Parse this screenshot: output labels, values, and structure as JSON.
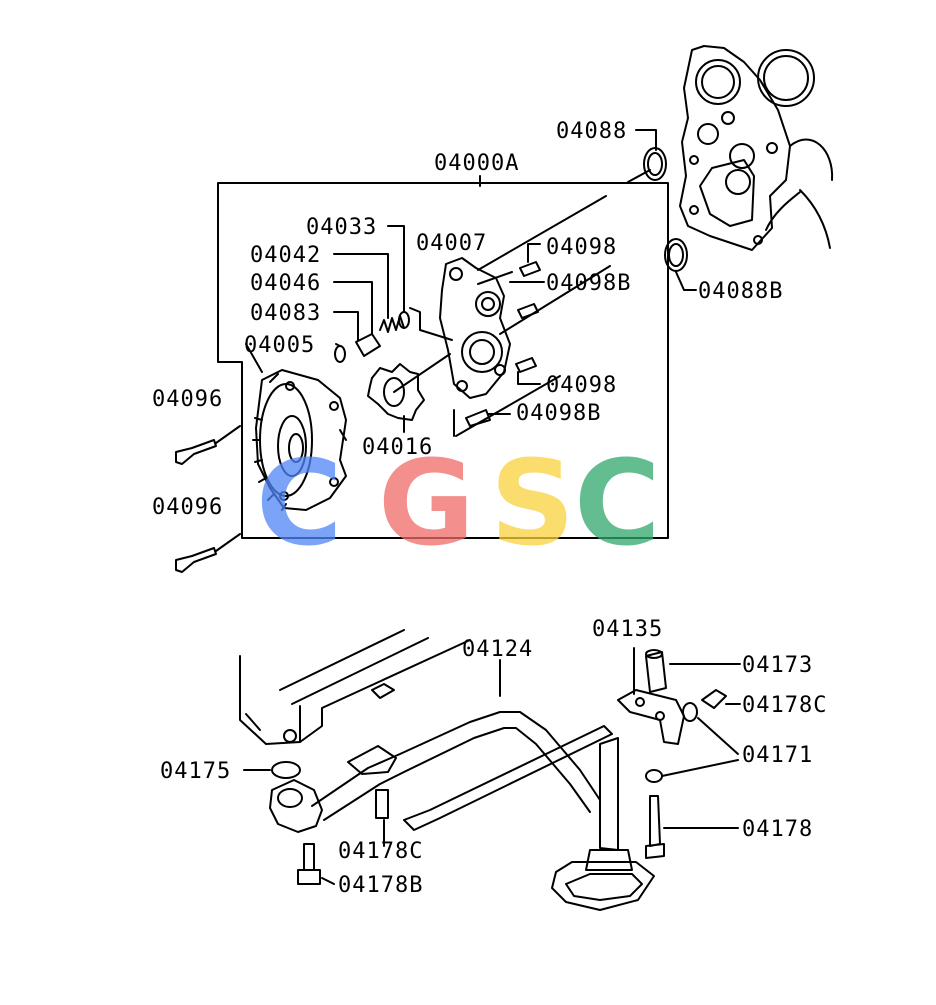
{
  "labels": {
    "l04000A": "04000A",
    "l04088": "04088",
    "l04088B": "04088B",
    "l04033": "04033",
    "l04007": "04007",
    "l04098a": "04098",
    "l04042": "04042",
    "l04098B1": "04098B",
    "l04046": "04046",
    "l04083": "04083",
    "l04005": "04005",
    "l04098b": "04098",
    "l04096a": "04096",
    "l04098B2": "04098B",
    "l04016": "04016",
    "l04096b": "04096",
    "l04135": "04135",
    "l04124": "04124",
    "l04173": "04173",
    "l04178C1": "04178C",
    "l04171": "04171",
    "l04175": "04175",
    "l04178": "04178",
    "l04178C2": "04178C",
    "l04178B": "04178B"
  },
  "watermark": {
    "c1": "C",
    "g": "G",
    "s": "S",
    "c2": "C",
    "colors": [
      "#4f86f7",
      "#f06a68",
      "#f9d23c",
      "#2fa86b"
    ]
  }
}
